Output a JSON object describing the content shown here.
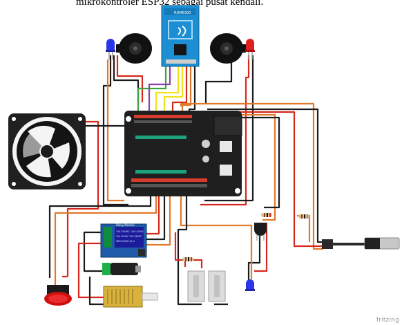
{
  "caption": "mikrokontroler ESP32 sebagai pusat kendali.",
  "watermark": "fritzing",
  "rfid_label": "RDM6300",
  "relay_label": "Relay Module",
  "relay_fine_print": [
    "10A 250VAC 10A 125VAC",
    "10A 30VDC 10A 28VDC",
    "SRD-05VDC-SL-C"
  ],
  "colors": {
    "wire_red": "#d6281d",
    "wire_black": "#1b1b1b",
    "wire_orange": "#e2782a",
    "wire_yellow": "#f1e21a",
    "wire_green": "#3aa33a",
    "wire_purple": "#8d3fb0",
    "board": "#1f1f1f",
    "rfid_blue": "#1c8fd4",
    "relay_blue": "#1e5aa8"
  },
  "components": [
    {
      "name": "esp32-board",
      "kind": "microcontroller"
    },
    {
      "name": "rfid-reader",
      "kind": "rfid-module"
    },
    {
      "name": "buzzer-left",
      "kind": "buzzer"
    },
    {
      "name": "buzzer-right",
      "kind": "buzzer"
    },
    {
      "name": "led-blue-left",
      "kind": "led"
    },
    {
      "name": "led-red-right",
      "kind": "led"
    },
    {
      "name": "led-blue-bottom",
      "kind": "led"
    },
    {
      "name": "cooling-fan",
      "kind": "fan"
    },
    {
      "name": "relay-module",
      "kind": "relay"
    },
    {
      "name": "dc-jack",
      "kind": "power-jack"
    },
    {
      "name": "push-button",
      "kind": "button"
    },
    {
      "name": "solenoid-lock",
      "kind": "solenoid"
    },
    {
      "name": "door-sensor",
      "kind": "magnetic-switch"
    },
    {
      "name": "temp-sensor-probe",
      "kind": "temperature-probe"
    },
    {
      "name": "transistor",
      "kind": "transistor"
    },
    {
      "name": "resistors",
      "kind": "resistor"
    }
  ]
}
